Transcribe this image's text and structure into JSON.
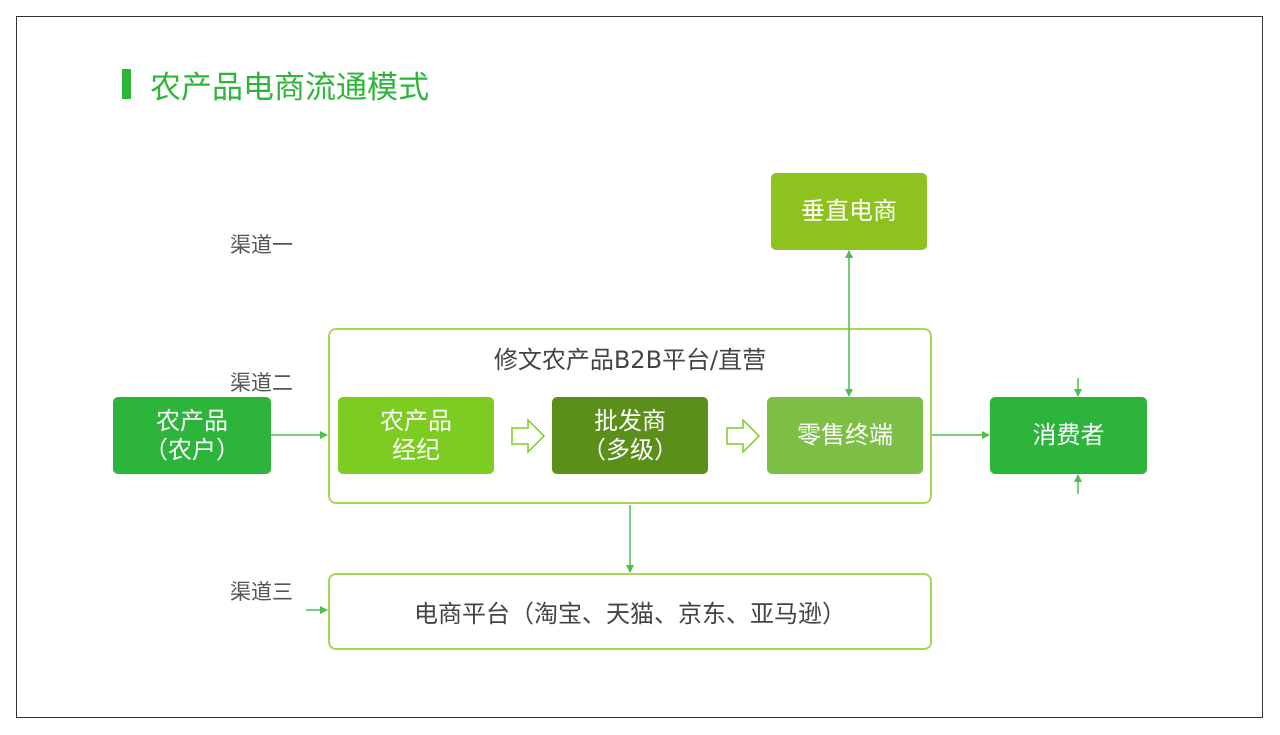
{
  "title": "农产品电商流通模式",
  "channels": {
    "one": "渠道一",
    "two": "渠道二",
    "three": "渠道三"
  },
  "nodes": {
    "farmer": {
      "line1": "农产品",
      "line2": "（农户）"
    },
    "broker": {
      "line1": "农产品",
      "line2": "经纪"
    },
    "wholesaler": {
      "line1": "批发商",
      "line2": "（多级）"
    },
    "retail": "零售终端",
    "consumer": "消费者",
    "vertical": "垂直电商"
  },
  "platform_label": "修文农产品B2B平台/直营",
  "ecommerce_label": "电商平台（淘宝、天猫、京东、亚马逊）",
  "colors": {
    "green_dark": "#2db53b",
    "green_lime": "#7dcc22",
    "green_olive": "#5a8f1a",
    "green_soft": "#7cbf44",
    "green_vertical": "#8dc21f",
    "outline": "#a6d65a",
    "arrow": "#4cbf4c"
  }
}
